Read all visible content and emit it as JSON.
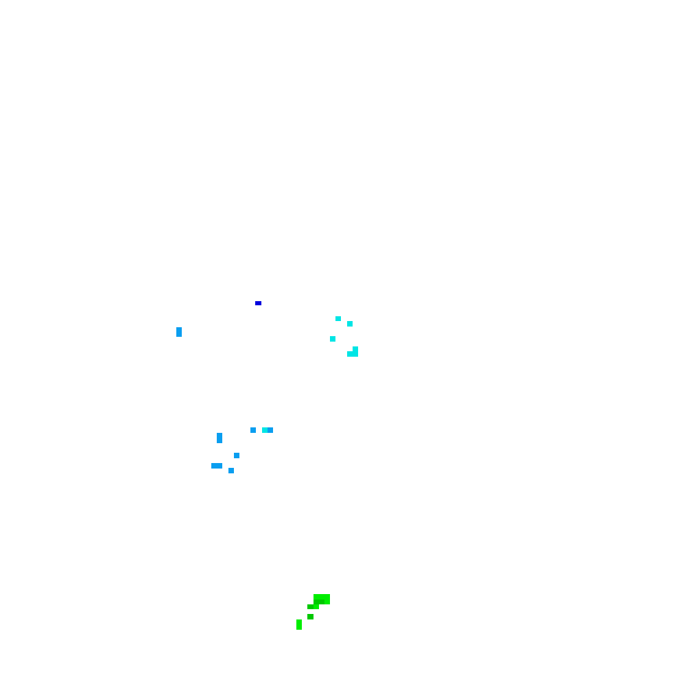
{
  "background": "#ffffff",
  "palette": {
    "blue": "#0000dd",
    "azure": "#0a9ef0",
    "cyan": "#00e5e5",
    "green": "#00ee00",
    "dark_green": "#00c800"
  },
  "clusters": [
    {
      "name": "blue-cell",
      "color": "blue",
      "count": 1
    },
    {
      "name": "left-azure-cell",
      "color": "azure",
      "count": 1
    },
    {
      "name": "cyan-cluster",
      "color": "cyan",
      "count": 5
    },
    {
      "name": "azure-cluster",
      "color": "azure",
      "count": 8
    },
    {
      "name": "green-cluster",
      "color": "green",
      "count": 6
    }
  ]
}
